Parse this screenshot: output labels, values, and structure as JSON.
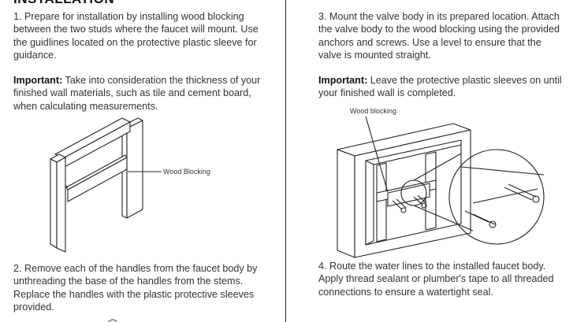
{
  "heading": "INSTALLATION",
  "left": {
    "step1": "1.  Prepare for installation by installing wood blocking between the two studs where the faucet will mount. Use the guidlines located on the protective plastic sleeve for guidance.",
    "important1": {
      "label": "Important:",
      "text": "Take into consideration the thickness of your finished wall materials, such as tile and cement board, when calculating measurements."
    },
    "figure1_label": "Wood Blocking",
    "step2": "2.  Remove each of the handles from the faucet body by unthreading the base of the handles from the stems. Replace the handles with the plastic protective sleeves provided."
  },
  "right": {
    "step3": "3.  Mount the valve body in its prepared location. Attach the valve body to the wood blocking using the provided anchors and screws. Use a level to ensure that the valve is mounted straight.",
    "important2": {
      "label": "Important:",
      "text": "Leave the protective plastic sleeves on until your finished wall is completed."
    },
    "figure2_label": "Wood blocking",
    "step4": "4.  Route the water lines to the installed faucet body. Apply thread sealant or plumber's tape to all threaded connections to ensure a watertight seal."
  }
}
